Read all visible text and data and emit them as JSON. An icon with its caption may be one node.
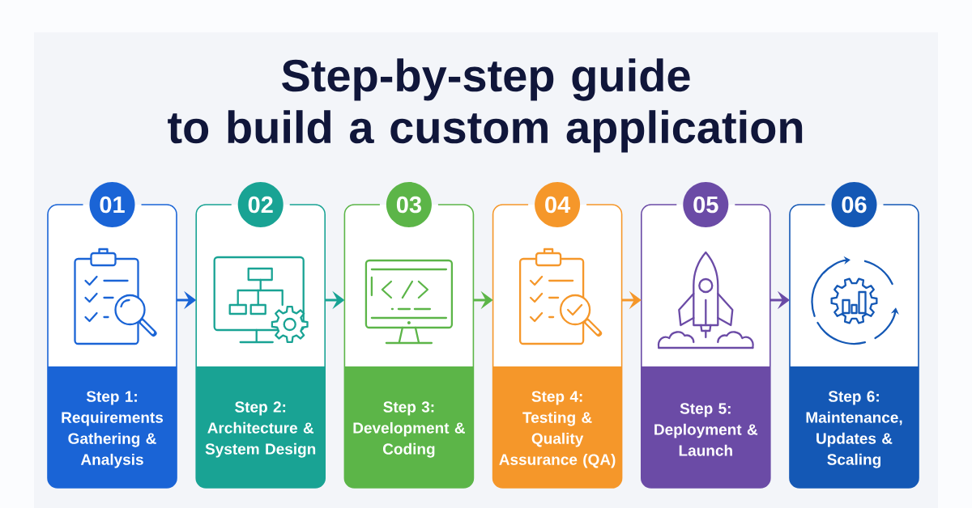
{
  "diagram": {
    "title": "Step-by-step guide to build a custom application",
    "nodes": [
      {
        "text": [
          "01",
          "Step 1:",
          "Requirements Gathering & Analysis"
        ]
      },
      {
        "text": [
          "02",
          "Step 2:",
          "Architecture & System Design"
        ]
      },
      {
        "text": [
          "03",
          "Step 3:",
          "Development & Coding"
        ]
      },
      {
        "text": [
          "04",
          "Step 4:",
          "Testing & Quality Assurance (QA)"
        ]
      },
      {
        "text": [
          "05",
          "Step 5:",
          "Deployment & Launch"
        ]
      },
      {
        "text": [
          "06",
          "Step 6:",
          "Maintenance, Updates & Scaling"
        ]
      }
    ],
    "edges": [
      {
        "from": 0,
        "to": 1,
        "arrow": "to",
        "color": "#1a64d6"
      },
      {
        "from": 1,
        "to": 2,
        "arrow": "to",
        "color": "#19a394"
      },
      {
        "from": 2,
        "to": 3,
        "arrow": "to",
        "color": "#5cb548"
      },
      {
        "from": 3,
        "to": 4,
        "arrow": "to",
        "color": "#f5972a"
      },
      {
        "from": 4,
        "to": 5,
        "arrow": "to",
        "color": "#6b4ba6"
      }
    ]
  }
}
